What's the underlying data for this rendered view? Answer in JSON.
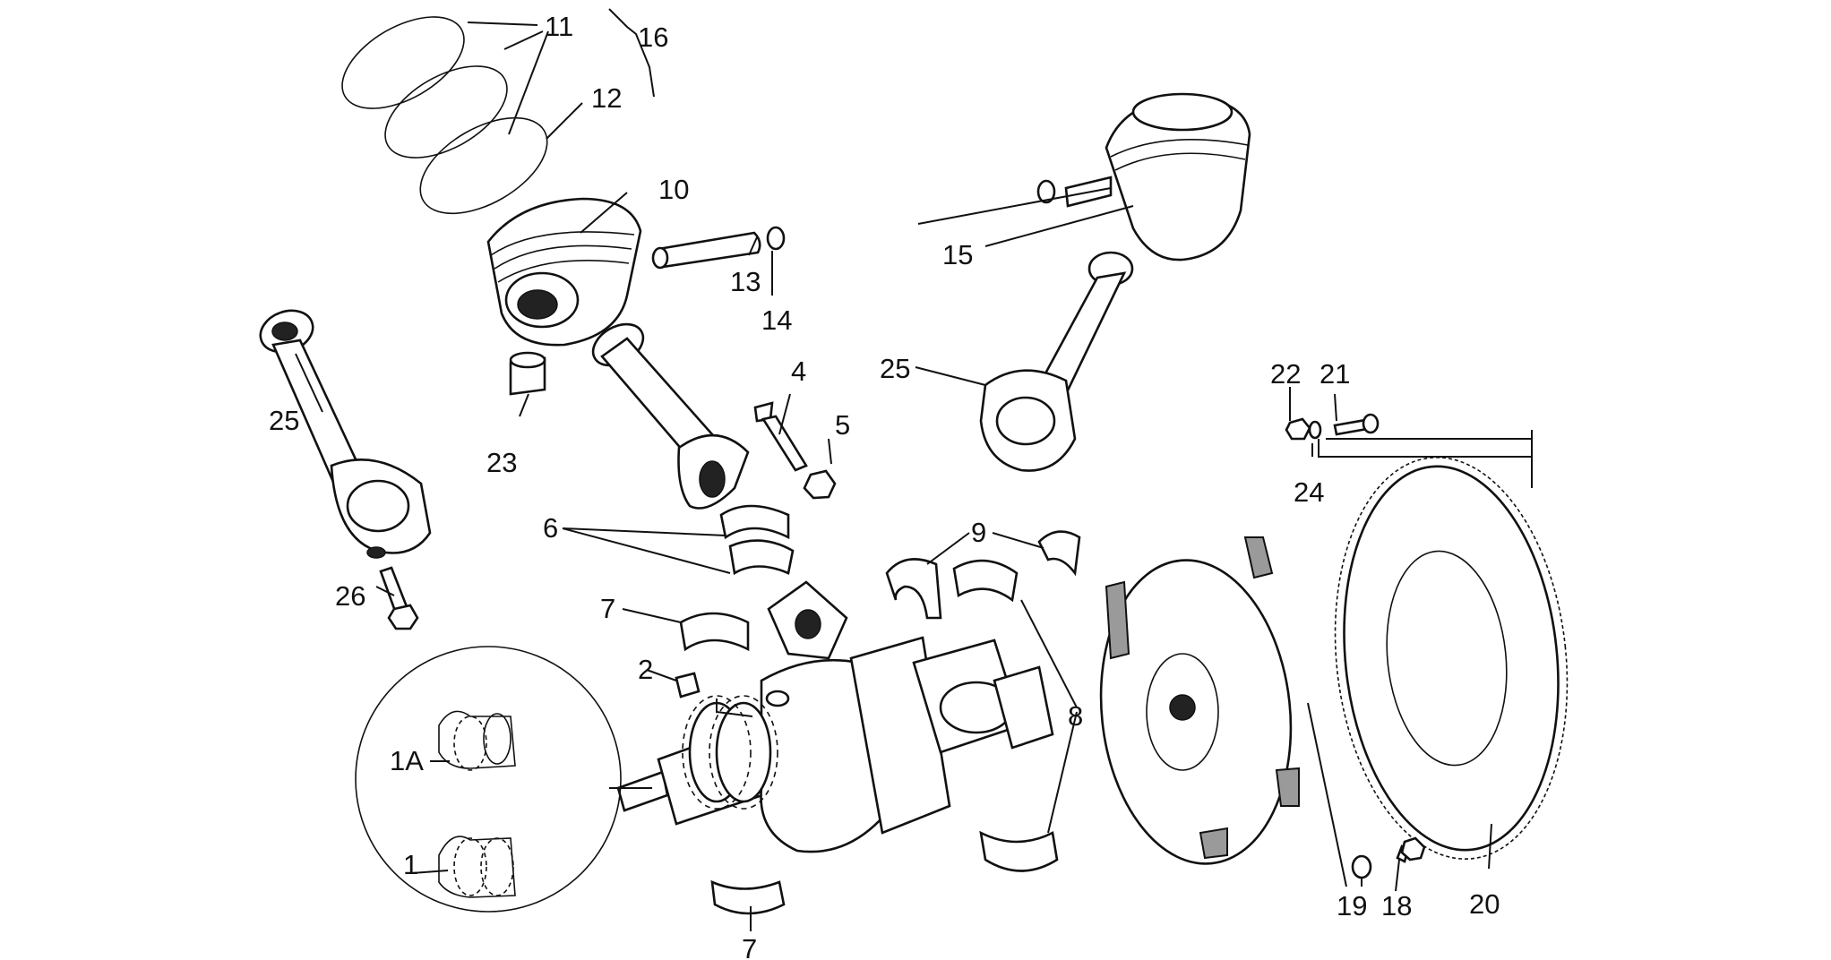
{
  "diagram": {
    "labels": {
      "l1": "1",
      "l1a": "1A",
      "l2": "2",
      "l4": "4",
      "l5": "5",
      "l6": "6",
      "l7a": "7",
      "l7b": "7",
      "l8": "8",
      "l9": "9",
      "l10": "10",
      "l11": "11",
      "l12": "12",
      "l13": "13",
      "l14": "14",
      "l15": "15",
      "l16": "16",
      "l18": "18",
      "l19": "19",
      "l20": "20",
      "l21": "21",
      "l22": "22",
      "l23": "23",
      "l24": "24",
      "l25a": "25",
      "l25b": "25",
      "l26": "26"
    }
  }
}
